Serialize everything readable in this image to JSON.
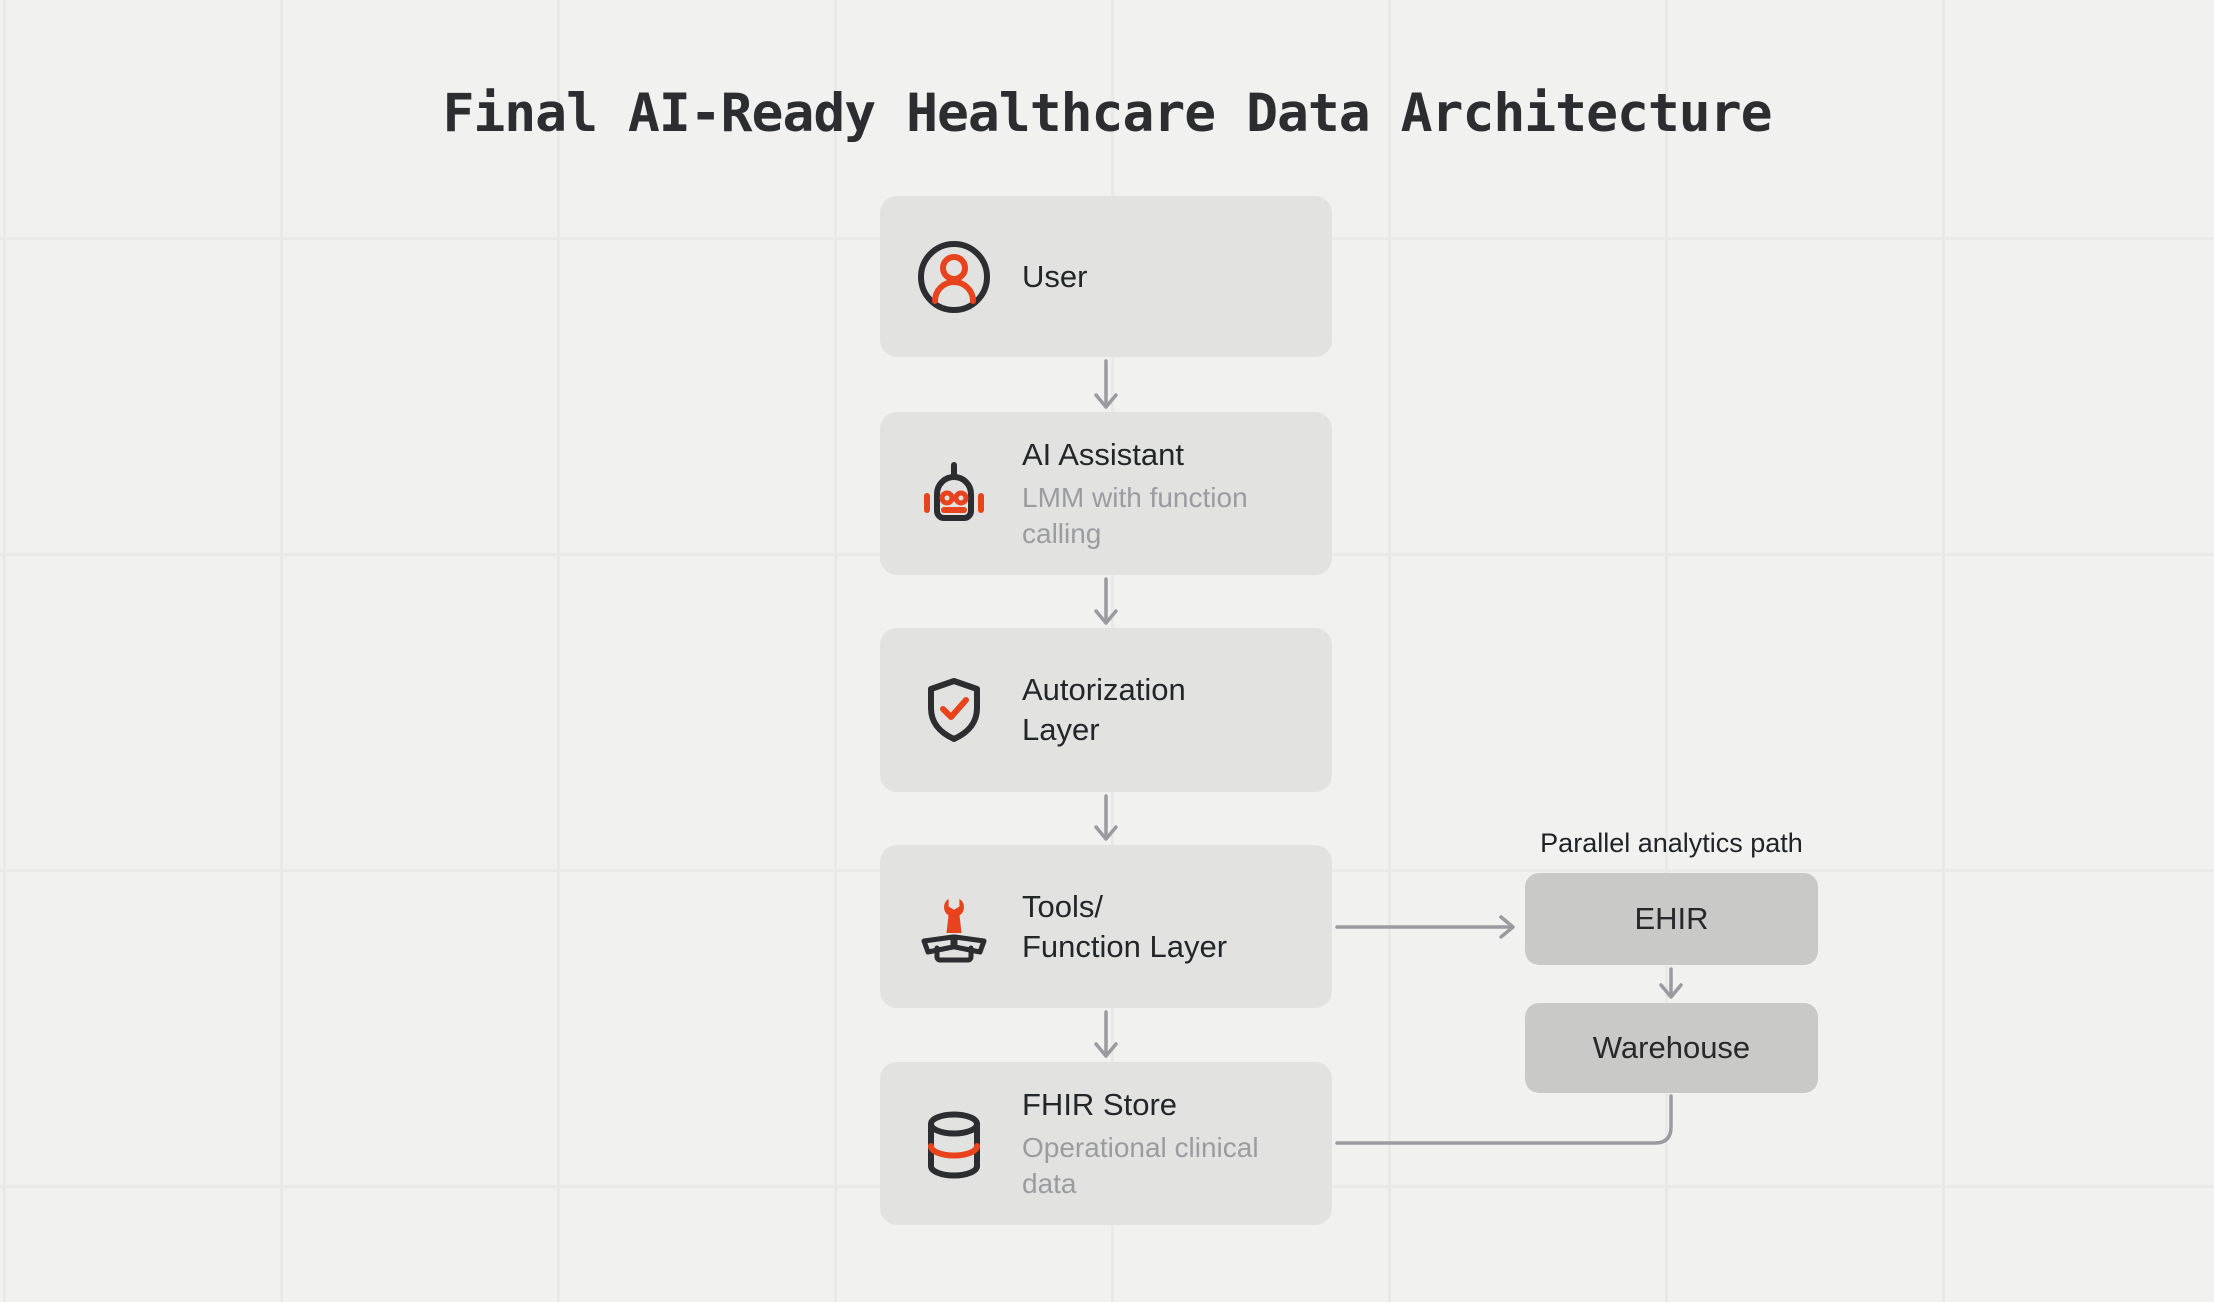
{
  "title": "Final AI-Ready Healthcare Data Architecture",
  "colors": {
    "background": "#f1f1ef",
    "grid_line": "#e9e9e7",
    "node_fill": "#e2e2e0",
    "side_node_fill": "#c9c9c7",
    "icon_dark": "#2b2d31",
    "accent_red": "#e8431c",
    "connector_gray": "#9a9ba0",
    "title_text": "#2b2d31",
    "node_title_text": "#232629",
    "node_subtitle_text": "#9a9ca0"
  },
  "nodes": {
    "user": {
      "title": "User",
      "icon": "user-icon"
    },
    "ai": {
      "title": "AI Assistant",
      "subtitle": "LMM with function\ncalling",
      "icon": "robot-icon"
    },
    "auth": {
      "title": "Autorization\nLayer",
      "icon": "shield-check-icon"
    },
    "tools": {
      "title": "Tools/\nFunction Layer",
      "icon": "toolbox-wrench-icon"
    },
    "fhir": {
      "title": "FHIR Store",
      "subtitle": "Operational clinical\ndata",
      "icon": "database-icon"
    }
  },
  "side_path": {
    "label": "Parallel analytics path",
    "ehir": {
      "title": "EHIR"
    },
    "warehouse": {
      "title": "Warehouse"
    }
  },
  "edges": [
    {
      "from": "user",
      "to": "ai",
      "arrow": true
    },
    {
      "from": "ai",
      "to": "auth",
      "arrow": true
    },
    {
      "from": "auth",
      "to": "tools",
      "arrow": true
    },
    {
      "from": "tools",
      "to": "fhir",
      "arrow": true
    },
    {
      "from": "tools",
      "to": "ehir",
      "arrow": true
    },
    {
      "from": "ehir",
      "to": "warehouse",
      "arrow": true
    },
    {
      "from": "fhir",
      "to": "warehouse",
      "arrow": false
    }
  ]
}
